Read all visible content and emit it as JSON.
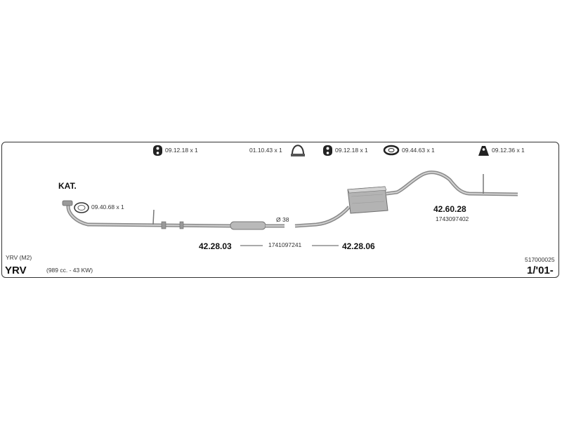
{
  "accessories": [
    {
      "icon": "rubber-hanger-icon",
      "code": "09.12.18 x 1"
    },
    {
      "icon": "clamp-icon",
      "code": "01.10.43 x 1"
    },
    {
      "icon": "rubber-hanger-icon",
      "code": "09.12.18 x 1"
    },
    {
      "icon": "gasket-icon",
      "code": "09.44.63 x 1"
    },
    {
      "icon": "rubber-hanger-icon",
      "code": "09.12.36 x 1"
    }
  ],
  "catalyst": {
    "label": "KAT.",
    "gasket_code": "09.40.68 x 1"
  },
  "diameter_label": "Ø 38",
  "parts": {
    "front": {
      "code": "42.28.03"
    },
    "middle": {
      "oem": "1741097241"
    },
    "middle_code": {
      "code": "42.28.06"
    },
    "rear": {
      "code": "42.60.28",
      "oem": "1743097402"
    }
  },
  "vehicle": {
    "model_full": "YRV (M2)",
    "model": "YRV",
    "engine": "(989 cc. - 43 KW)",
    "catalog_number": "517000025",
    "date": "1/'01-"
  }
}
